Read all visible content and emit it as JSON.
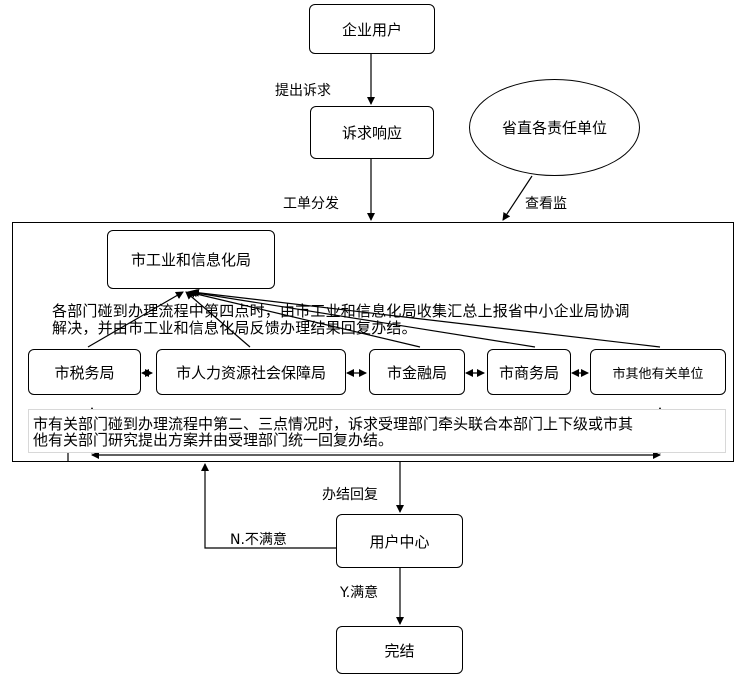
{
  "nodes": {
    "enterprise_user": "企业用户",
    "appeal_response": "诉求响应",
    "provincial_units": "省直各责任单位",
    "miit": "市工业和信息化局",
    "tax_bureau": "市税务局",
    "hr_bureau": "市人力资源社会保障局",
    "finance_bureau": "市金融局",
    "commerce_bureau": "市商务局",
    "other_units": "市其他有关单位",
    "user_center": "用户中心",
    "completed": "完结"
  },
  "edges": {
    "submit_appeal": "提出诉求",
    "dispatch_order": "工单分发",
    "supervise": "查看监",
    "resolve_reply": "办结回复",
    "unsatisfied": "N.不满意",
    "satisfied": "Y.满意"
  },
  "notes": {
    "step4_line1": "各部门碰到办理流程中第四点时，由市工业和信息化局收集汇总上报省中小企业局协调",
    "step4_line2": "解决，并由市工业和信息化局反馈办理结果回复办结。",
    "step23_line1": "市有关部门碰到办理流程中第二、三点情况时，诉求受理部门牵头联合本部门上下级或市其",
    "step23_line2": "他有关部门研究提出方案并由受理部门统一回复办结。"
  }
}
